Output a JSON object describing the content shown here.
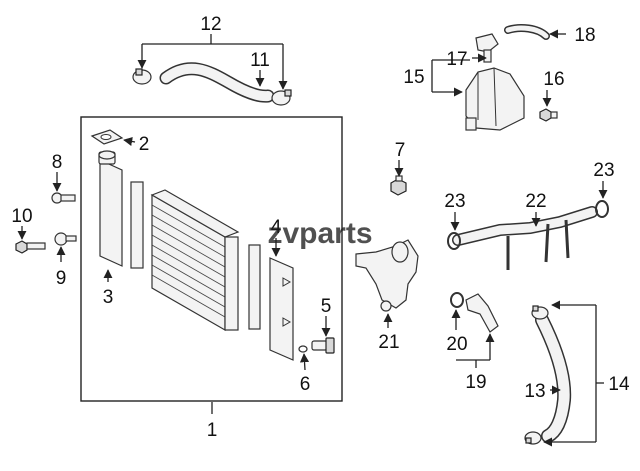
{
  "diagram": {
    "watermark": "zvparts",
    "callouts": {
      "n1": "1",
      "n2": "2",
      "n3": "3",
      "n4": "4",
      "n5": "5",
      "n6": "6",
      "n7": "7",
      "n8": "8",
      "n9": "9",
      "n10": "10",
      "n11": "11",
      "n12": "12",
      "n13": "13",
      "n14": "14",
      "n15": "15",
      "n16": "16",
      "n17": "17",
      "n18": "18",
      "n19": "19",
      "n20": "20",
      "n21": "21",
      "n22": "22",
      "n23a": "23",
      "n23b": "23"
    },
    "colors": {
      "line": "#222222",
      "part_fill": "#f3f3f3",
      "background": "#ffffff"
    }
  }
}
